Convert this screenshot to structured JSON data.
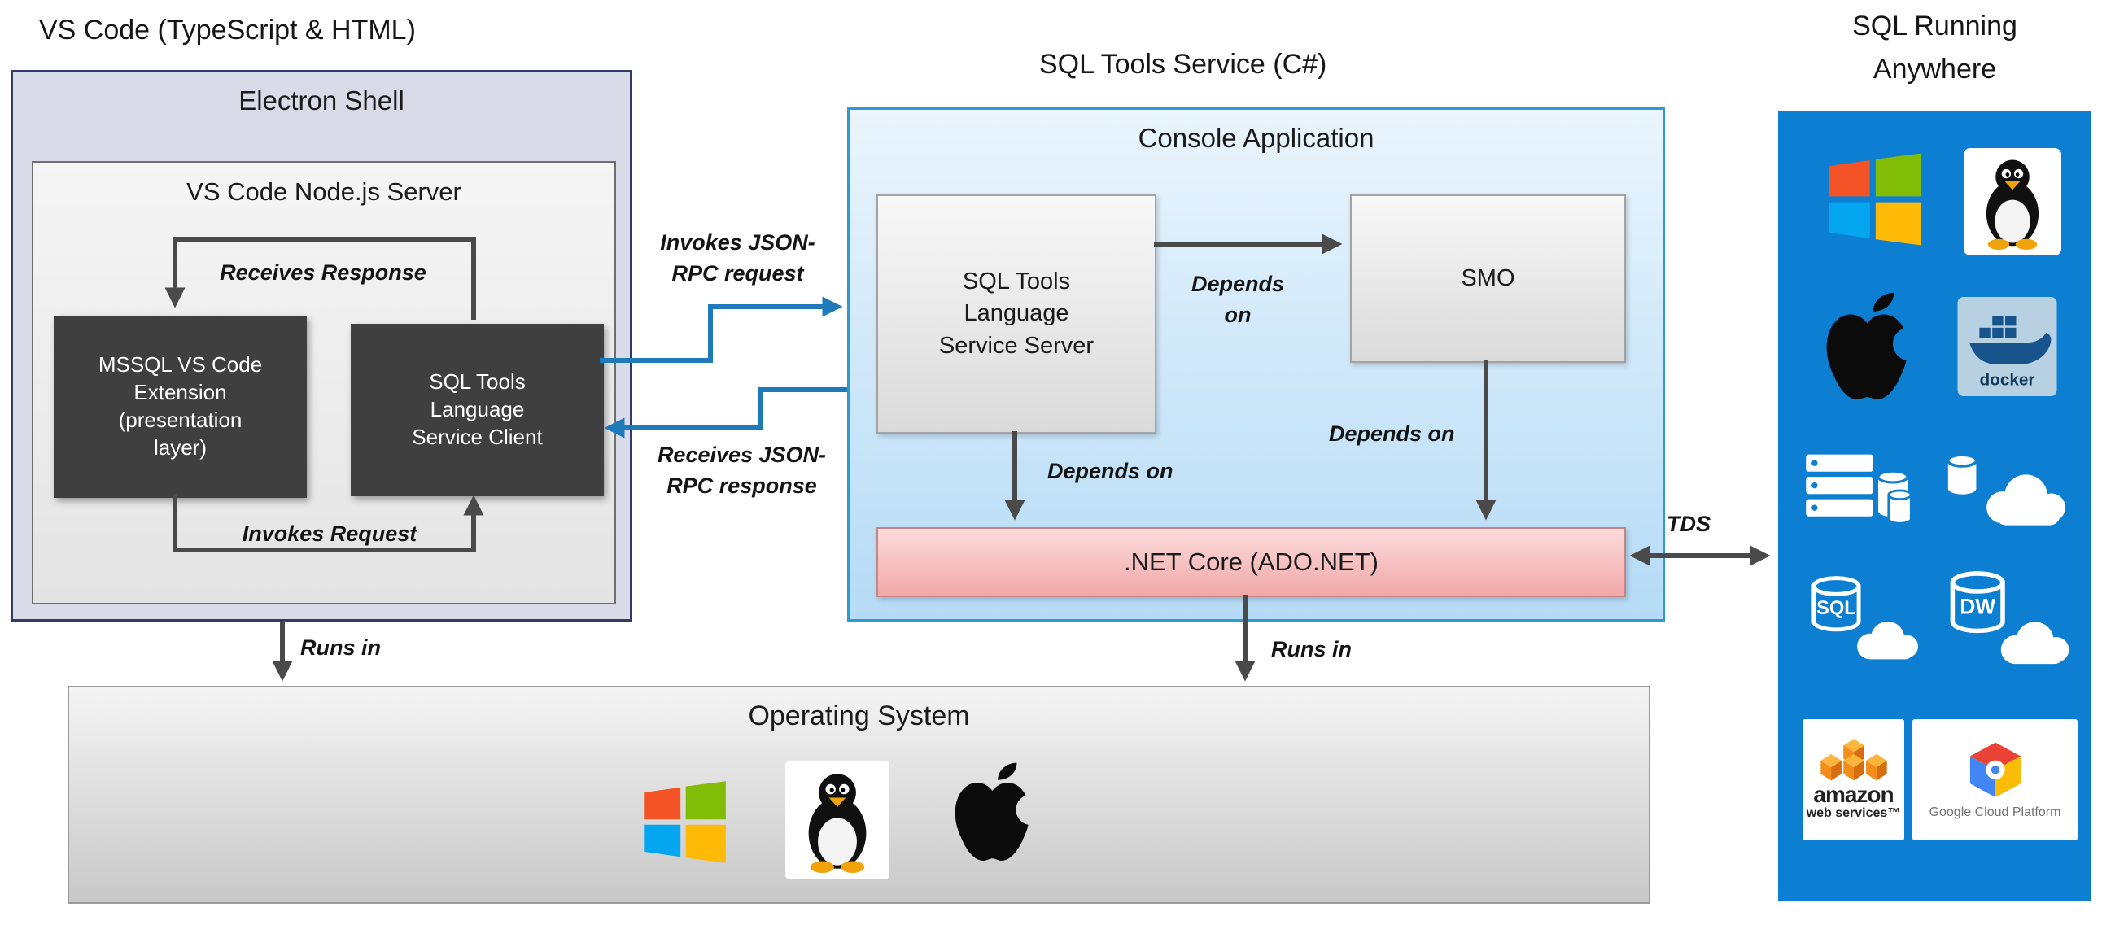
{
  "colors": {
    "electron_fill": "#d9dbe8",
    "electron_border": "#333a66",
    "dark_box_fill": "#3f3f3f",
    "console_border": "#2e9bd6",
    "console_fill_top": "#eaf5fd",
    "console_fill_bottom": "#b5dbf6",
    "dotnet_fill": "#f1a8a8",
    "panel_blue": "#0d7fd2",
    "arrow_dark": "#4a4a4a",
    "arrow_blue": "#1e7ab8"
  },
  "vscode_section": {
    "title": "VS Code (TypeScript & HTML)",
    "electron_shell": {
      "title": "Electron Shell",
      "node_server": {
        "title": "VS Code Node.js Server",
        "mssql_extension": "MSSQL VS Code Extension (presentation layer)",
        "service_client": "SQL Tools Language Service Client",
        "receives_response": "Receives Response",
        "invokes_request": "Invokes Request"
      }
    }
  },
  "service_section": {
    "title": "SQL Tools Service (C#)",
    "console_application": {
      "title": "Console Application",
      "service_server": "SQL Tools Language Service Server",
      "smo": "SMO",
      "dotnet_core": ".NET Core (ADO.NET)",
      "depends_on_smo": "Depends on",
      "depends_on_core_left": "Depends on",
      "depends_on_core_right": "Depends on"
    }
  },
  "connections": {
    "invokes_jsonrpc": "Invokes JSON-RPC request",
    "receives_jsonrpc": "Receives JSON-RPC response",
    "tds": "TDS",
    "runs_in_left": "Runs in",
    "runs_in_middle": "Runs in"
  },
  "sql_anywhere_section": {
    "title_line1": "SQL Running",
    "title_line2": "Anywhere",
    "docker_label": "docker",
    "sql_db_label": "SQL",
    "dw_db_label": "DW",
    "aws_line1": "amazon",
    "aws_line2": "web services™",
    "gcp_label": "Google Cloud Platform",
    "icons": [
      "windows-logo",
      "linux-tux",
      "apple-logo",
      "docker-logo",
      "sql-server-stack",
      "cloud-database",
      "sql-database-cloud",
      "data-warehouse-cloud",
      "aws-logo",
      "google-cloud-platform-logo"
    ]
  },
  "os_section": {
    "title": "Operating System",
    "icons": [
      "windows-logo",
      "linux-tux",
      "apple-logo"
    ]
  }
}
